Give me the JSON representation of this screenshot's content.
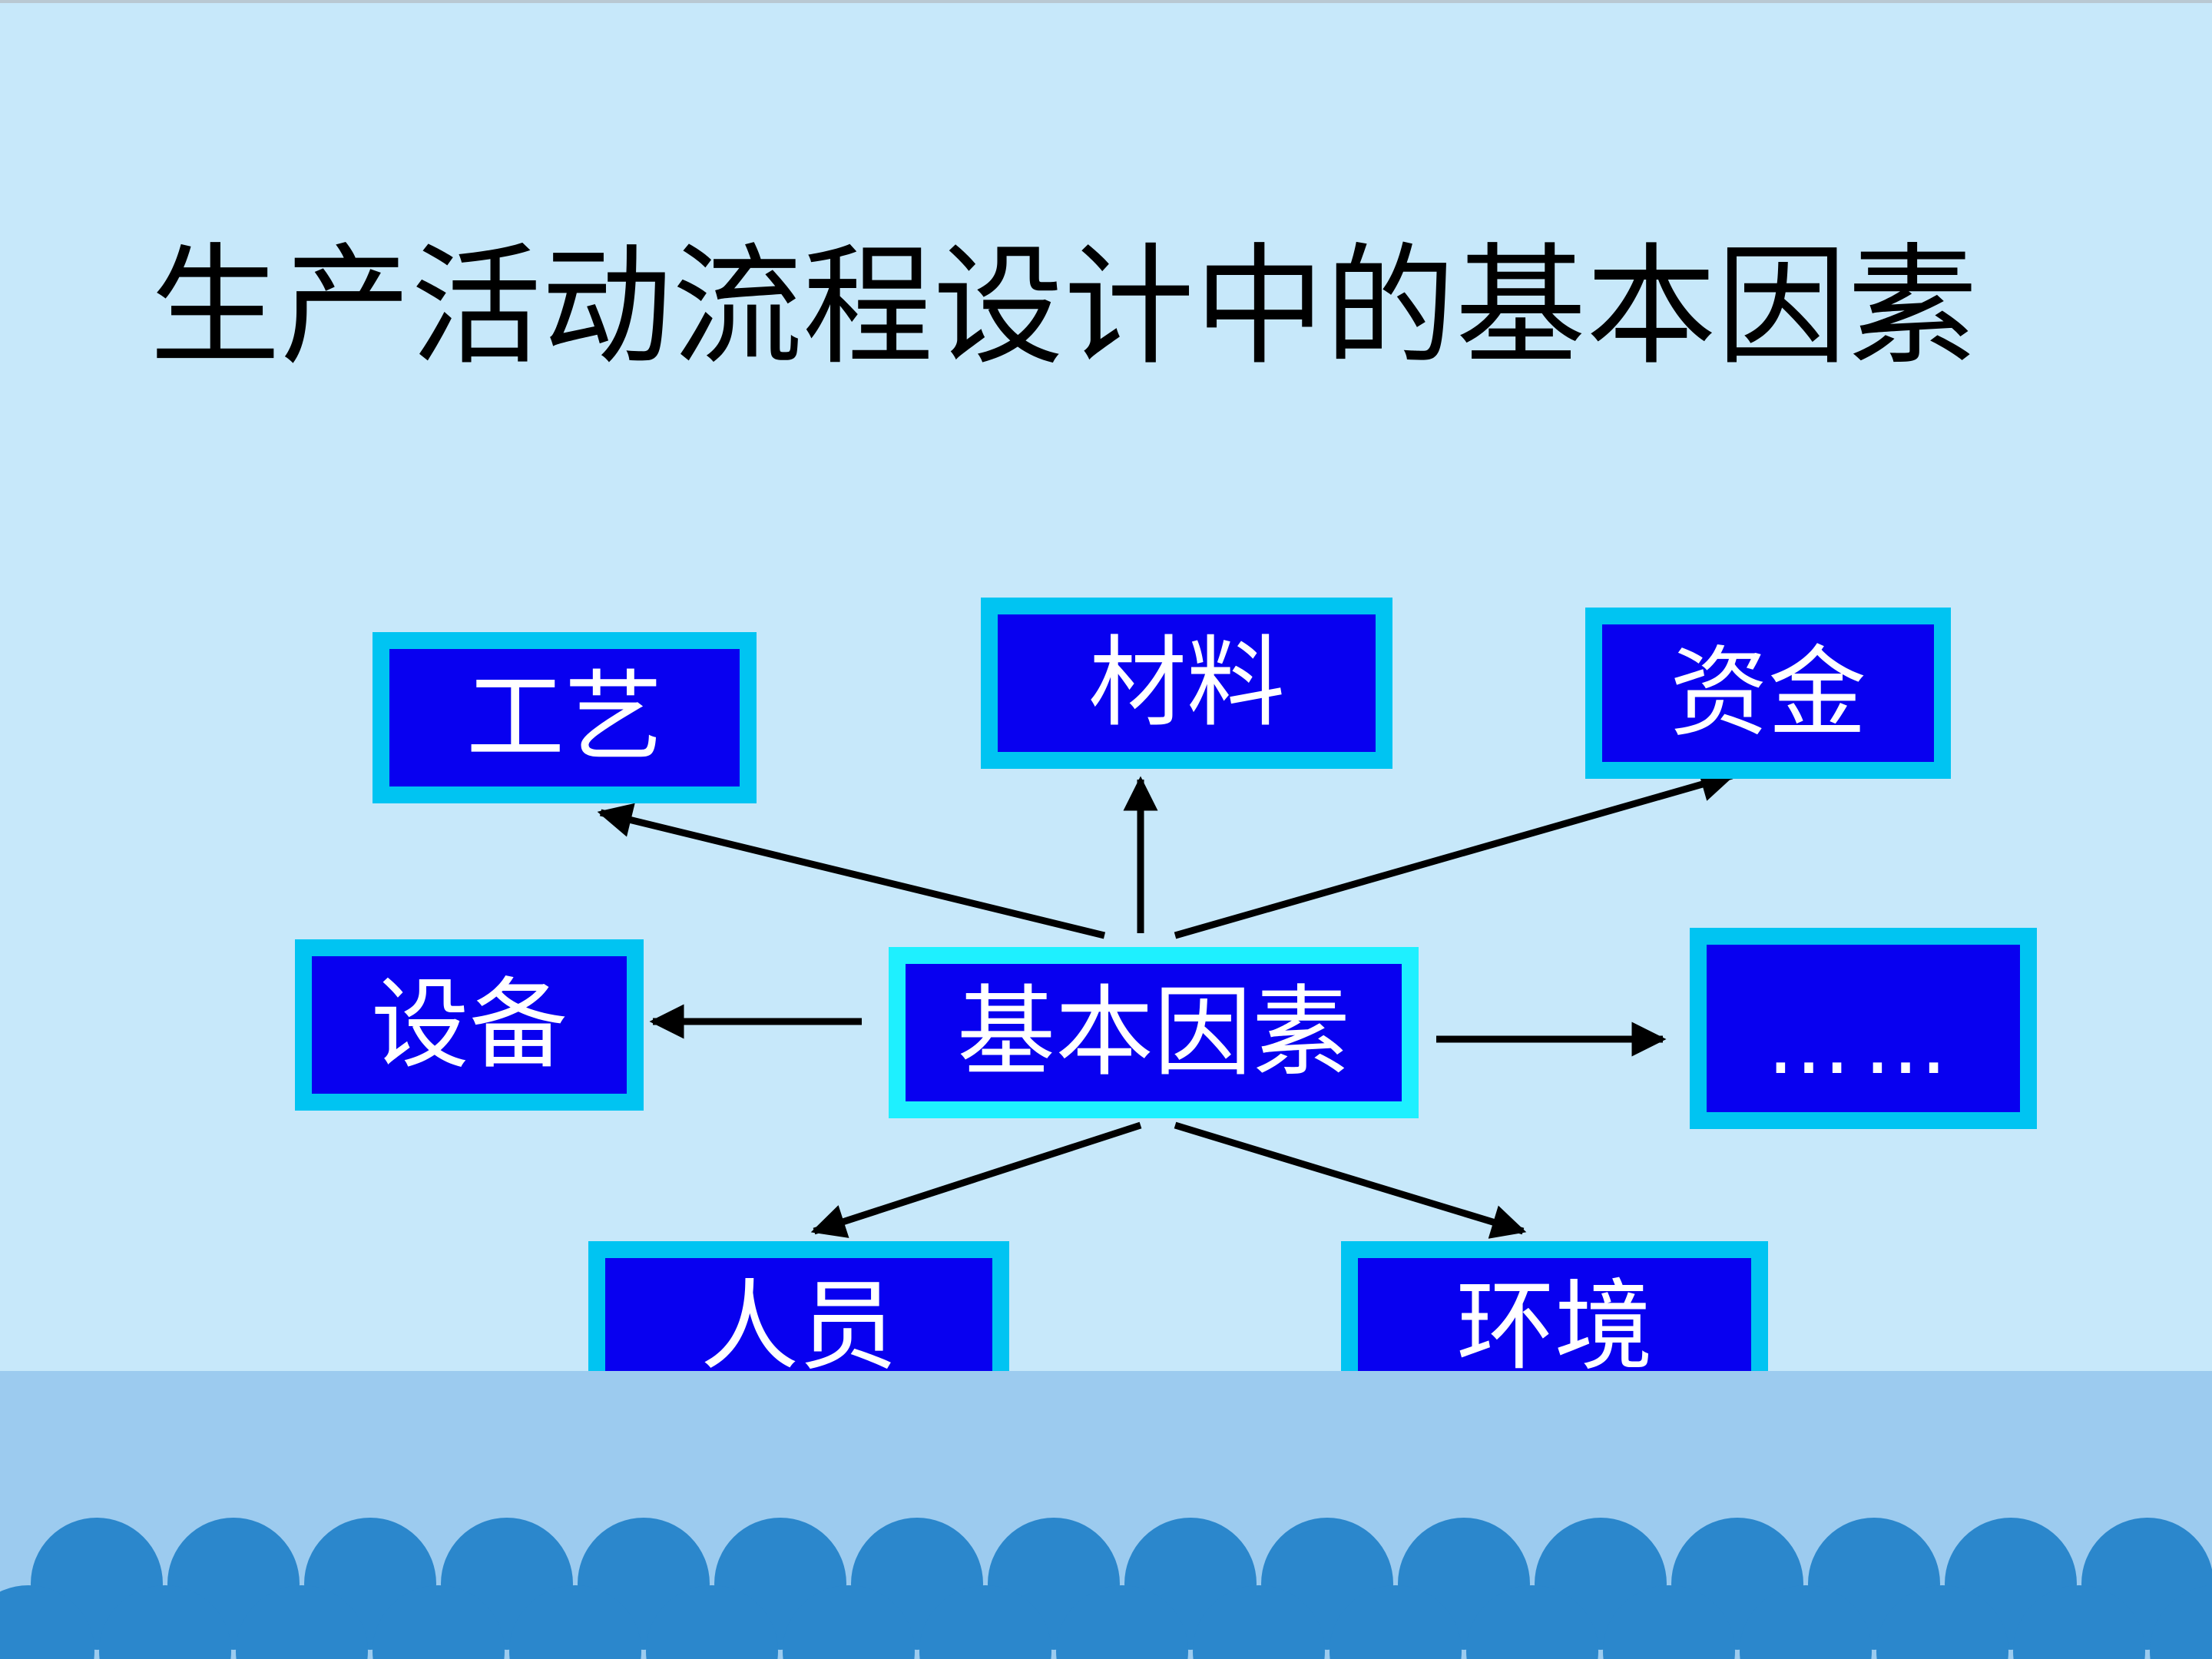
{
  "slide": {
    "title": "生产活动流程设计中的基本因素",
    "background_color": "#c7e8fa",
    "band_color": "#9ccbef",
    "scallop_color": "#2b87cc"
  },
  "diagram": {
    "center": "基本因素",
    "factors": {
      "craft": "工艺",
      "materials": "材料",
      "funds": "资金",
      "equipment": "设备",
      "more": "……",
      "personnel": "人员",
      "environment": "环境"
    },
    "box_fill": "#0800f0",
    "box_border": "#00c4f2",
    "center_border": "#1ef0ff",
    "text_color": "#ffffff",
    "arrow_color": "#000000"
  }
}
